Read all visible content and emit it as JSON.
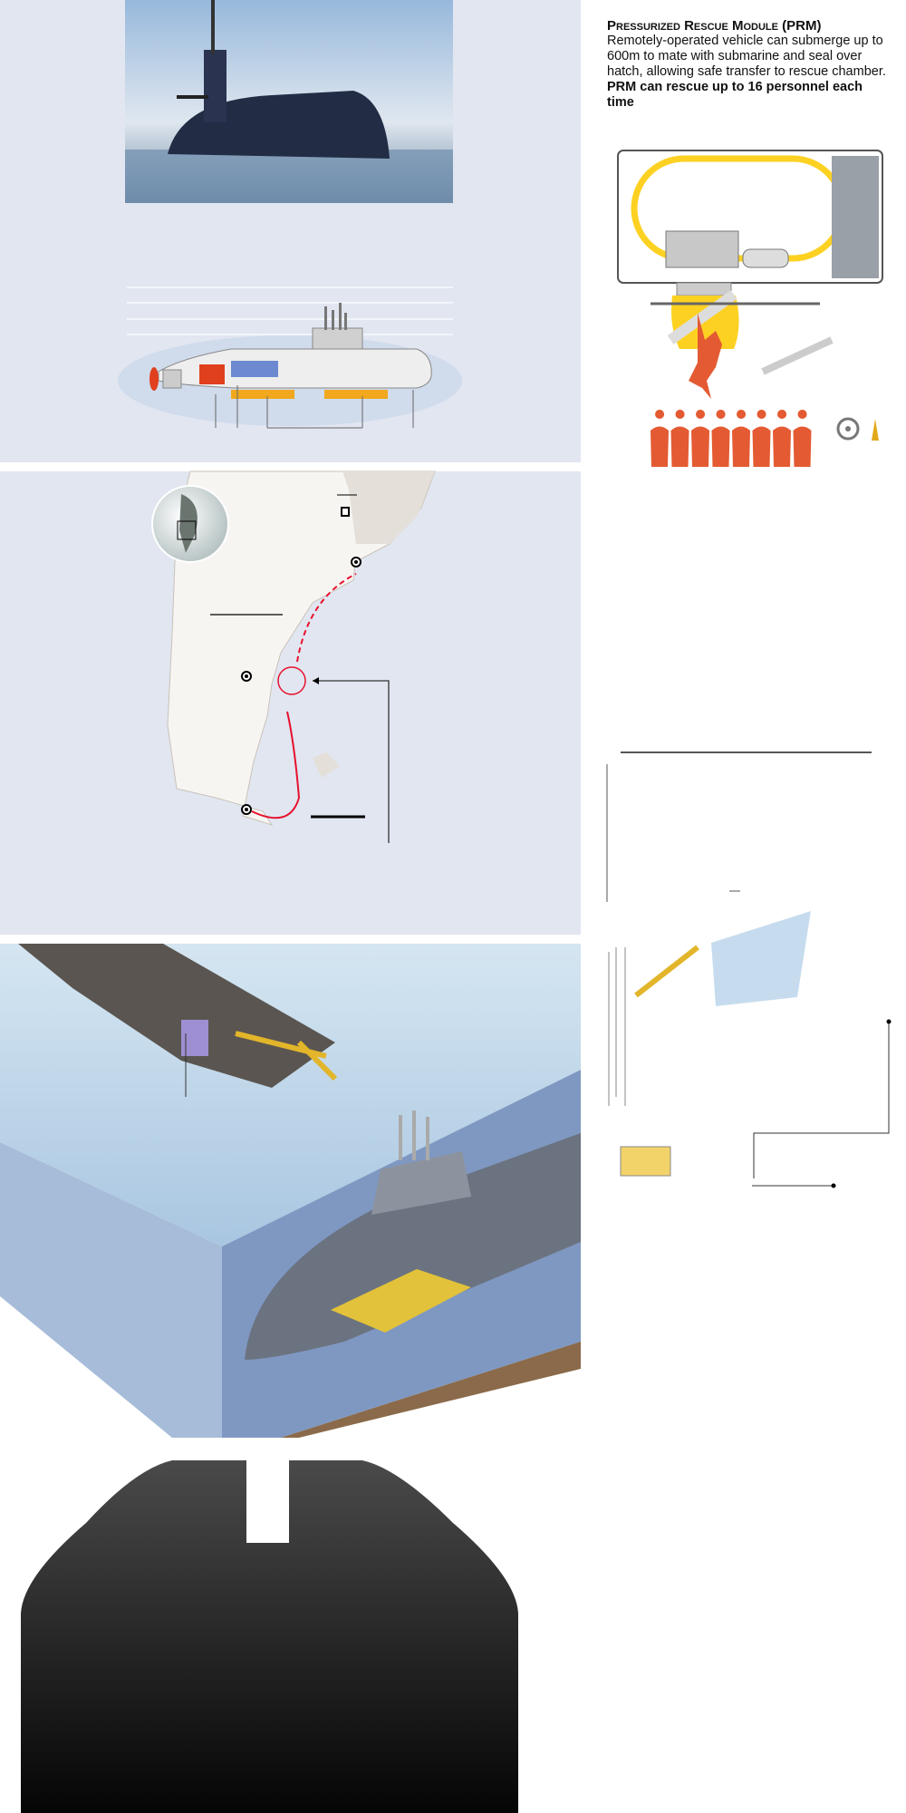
{
  "prm": {
    "title": "Pressurized Rescue Module (PRM)",
    "body": "Remotely-operated vehicle can submerge up to 600m to mate with submarine and seal over hatch, allowing safe transfer to rescue chamber.",
    "highlight": "PRM can rescue up to 16 personnel each time"
  },
  "colors": {
    "panel_bg": "#e1e6f1",
    "land": "#f7f5f1",
    "route": "#e8112d",
    "prm_yellow": "#fdd122",
    "personnel": "#e45a32"
  }
}
